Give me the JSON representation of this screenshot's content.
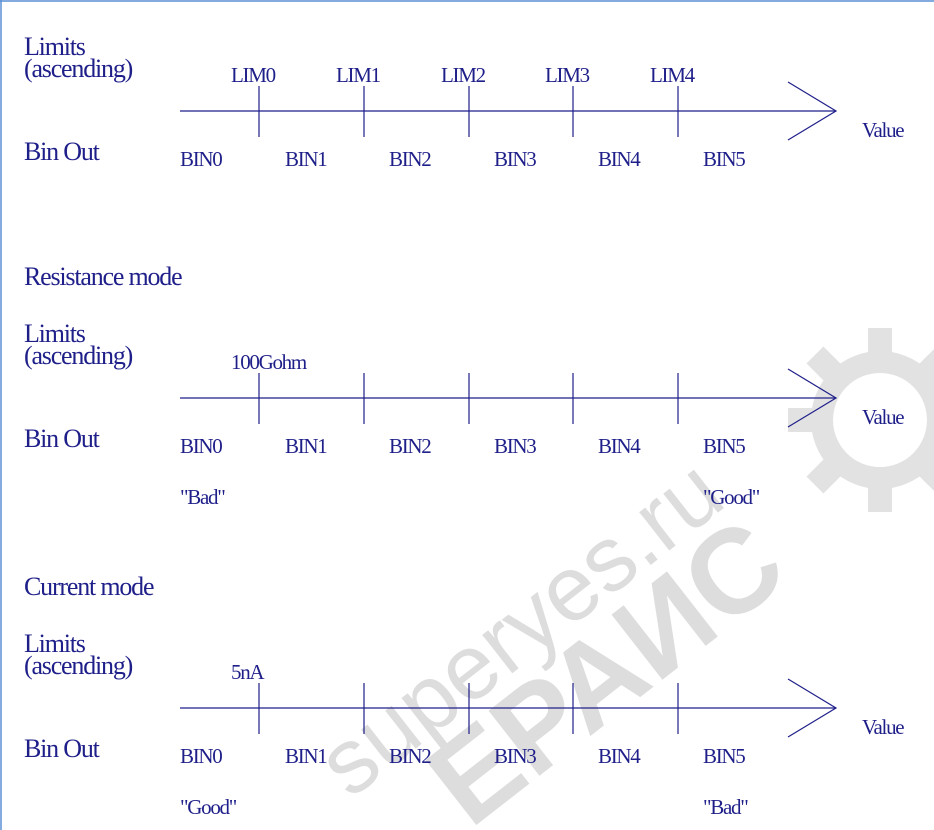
{
  "colors": {
    "ink": "#1f1f8a",
    "border": "#5b8fd6",
    "watermark": "#d7d7d7"
  },
  "watermark": {
    "site": "superyes.ru",
    "brand": "ЕРАИС",
    "icon": "gear-icon"
  },
  "sections": [
    {
      "heading": "",
      "limits_label_line1": "Limits",
      "limits_label_line2": "(ascending)",
      "bin_out_label": "Bin Out",
      "value_label": "Value",
      "tick_labels": [
        "LIM0",
        "LIM1",
        "LIM2",
        "LIM3",
        "LIM4"
      ],
      "bins": [
        "BIN0",
        "BIN1",
        "BIN2",
        "BIN3",
        "BIN4",
        "BIN5"
      ],
      "first_bin_note": "",
      "last_bin_note": ""
    },
    {
      "heading": "Resistance mode",
      "limits_label_line1": "Limits",
      "limits_label_line2": "(ascending)",
      "bin_out_label": "Bin Out",
      "value_label": "Value",
      "tick_labels": [
        "100Gohm",
        "",
        "",
        "",
        ""
      ],
      "bins": [
        "BIN0",
        "BIN1",
        "BIN2",
        "BIN3",
        "BIN4",
        "BIN5"
      ],
      "first_bin_note": "\"Bad\"",
      "last_bin_note": "\"Good\""
    },
    {
      "heading": "Current mode",
      "limits_label_line1": "Limits",
      "limits_label_line2": "(ascending)",
      "bin_out_label": "Bin Out",
      "value_label": "Value",
      "tick_labels": [
        "5nA",
        "",
        "",
        "",
        ""
      ],
      "bins": [
        "BIN0",
        "BIN1",
        "BIN2",
        "BIN3",
        "BIN4",
        "BIN5"
      ],
      "first_bin_note": "\"Good\"",
      "last_bin_note": "\"Bad\""
    }
  ]
}
